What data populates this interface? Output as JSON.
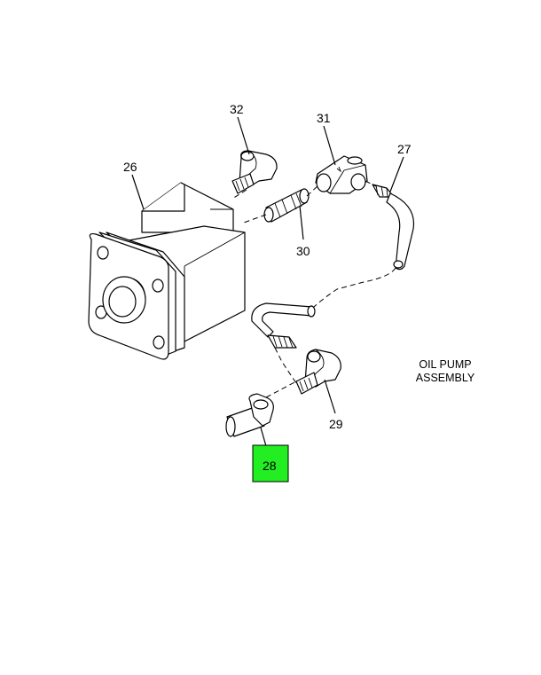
{
  "callouts": {
    "c32": "32",
    "c31": "31",
    "c27": "27",
    "c26": "26",
    "c30": "30",
    "c29": "29",
    "c28": "28"
  },
  "caption": {
    "line1": "OIL PUMP",
    "line2": "ASSEMBLY"
  },
  "colors": {
    "highlight": "#22ee22",
    "linework": "#000000",
    "background": "#ffffff"
  }
}
